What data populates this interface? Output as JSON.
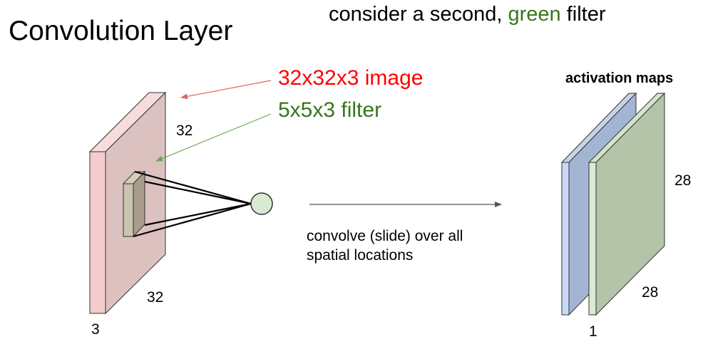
{
  "title": "Convolution Layer",
  "subtitle": {
    "before": "consider a second, ",
    "highlight": "green",
    "after": " filter"
  },
  "input_volume": {
    "label": "32x32x3 image",
    "height": "32",
    "width": "32",
    "depth": "3"
  },
  "filter": {
    "label": "5x5x3 filter"
  },
  "operation": {
    "line1": "convolve (slide) over all",
    "line2": "spatial locations"
  },
  "activation_maps": {
    "title": "activation maps",
    "height": "28",
    "width": "28",
    "depth": "1"
  },
  "colors": {
    "image_label": "#ff0000",
    "filter_label": "#38761d",
    "volume_front": "#f4cccc",
    "volume_face": "#dcc1c1",
    "map_blue": "#a4b5d4",
    "map_green": "#b4c4a8",
    "neuron": "#d9ead3"
  }
}
